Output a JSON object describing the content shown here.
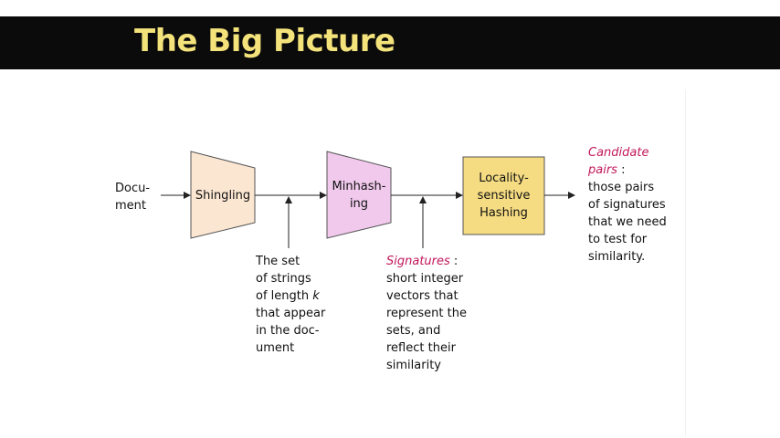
{
  "slide": {
    "title": "The Big Picture"
  },
  "input": {
    "lines": [
      "Docu-",
      "ment"
    ]
  },
  "stages": {
    "shingling": {
      "label": "Shingling",
      "fill": "#fbe6d2"
    },
    "minhashing": {
      "lines": [
        "Minhash-",
        "ing"
      ],
      "fill": "#f0c9ec"
    },
    "lsh": {
      "lines": [
        "Locality-",
        "sensitive",
        "Hashing"
      ],
      "fill": "#f5dc82"
    }
  },
  "annotations": {
    "shingles": {
      "line1": "The set",
      "line2": "of strings",
      "line3_pre": "of length ",
      "line3_var": "k",
      "line4": "that appear",
      "line5": "in the doc-",
      "line6": "ument"
    },
    "signatures": {
      "term": "Signatures",
      "sep": " :",
      "lines": [
        "short integer",
        "vectors that",
        "represent the",
        "sets, and",
        "reflect their",
        "similarity"
      ]
    },
    "candidates": {
      "term_line1": "Candidate",
      "term_line2": "pairs",
      "sep": " :",
      "lines": [
        "those pairs",
        "of signatures",
        "that we need",
        "to test for",
        "similarity."
      ]
    }
  },
  "colors": {
    "highlight": "#c2185b",
    "title": "#f4e27a",
    "title_bar": "#0b0b0b"
  }
}
